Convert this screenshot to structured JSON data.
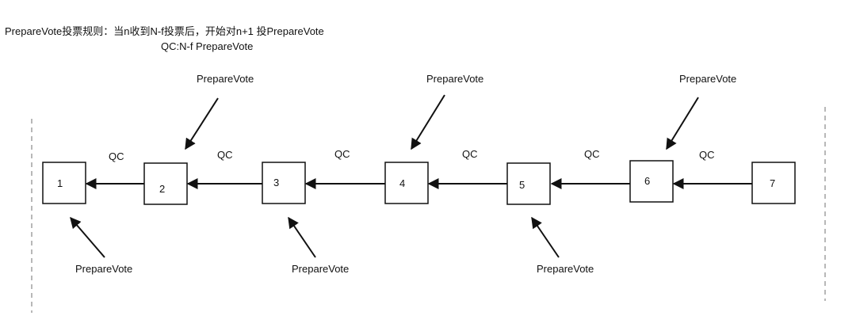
{
  "header": {
    "rule_line": "PrepareVote投票规则：当n收到N-f投票后，开始对n+1 投PrepareVote",
    "qc_line": "QC:N-f PrepareVote"
  },
  "nodes": [
    "1",
    "2",
    "3",
    "4",
    "5",
    "6",
    "7"
  ],
  "qc_label": "QC",
  "vote_label": "PrepareVote",
  "colors": {
    "stroke": "#111111",
    "dashed": "#888888",
    "background": "#ffffff"
  }
}
